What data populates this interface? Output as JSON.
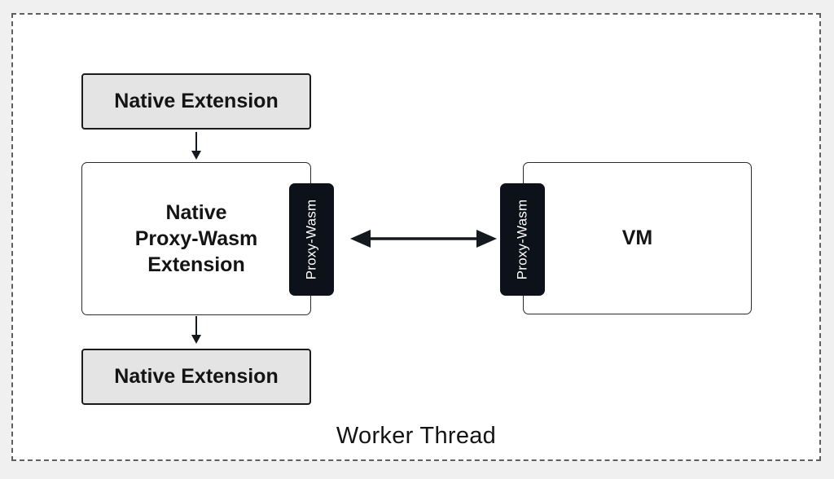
{
  "worker_thread": {
    "label": "Worker Thread"
  },
  "nodes": {
    "native_extension_top": {
      "label": "Native Extension"
    },
    "native_proxy_wasm": {
      "lines": [
        "Native",
        "Proxy-Wasm",
        "Extension"
      ]
    },
    "tab_left": {
      "label": "Proxy-Wasm"
    },
    "tab_right": {
      "label": "Proxy-Wasm"
    },
    "vm": {
      "label": "VM"
    },
    "native_extension_bottom": {
      "label": "Native Extension"
    }
  },
  "colors": {
    "page_bg": "#f0f0f0",
    "canvas_bg": "#ffffff",
    "dashed_border": "#5f5f5f",
    "gray_box_bg": "#e4e4e4",
    "box_border": "#1b1b1b",
    "tab_bg": "#0d1119",
    "tab_text": "#ffffff",
    "text": "#141414",
    "arrow": "#14181f"
  }
}
